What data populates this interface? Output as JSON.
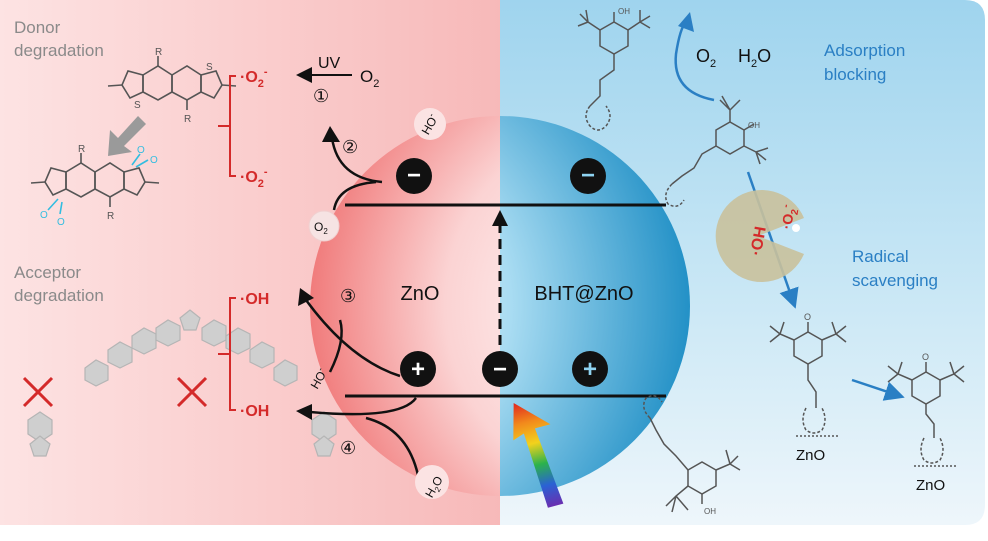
{
  "left_panel": {
    "donor_line1": "Donor",
    "donor_line2": "degradation",
    "acceptor_line1": "Acceptor",
    "acceptor_line2": "degradation"
  },
  "right_panel": {
    "adsorption_line1": "Adsorption",
    "adsorption_line2": "blocking",
    "radical_line1": "Radical",
    "radical_line2": "scavenging",
    "o2": "O",
    "o2_sub": "2",
    "h2o_h": "H",
    "h2o_sub": "2",
    "h2o_o": "O"
  },
  "center": {
    "zno_label": "ZnO",
    "bht_label": "BHT@ZnO"
  },
  "reactions": {
    "uv": "UV",
    "o2": "O",
    "o2_sub": "2",
    "step1": "①",
    "step2": "②",
    "step3": "③",
    "step4": "④",
    "superoxide": "·O",
    "superoxide_sub": "2",
    "superoxide_sup": "-",
    "hydroxyl": "·OH",
    "ho_minus": "HO",
    "minus_sup": "-",
    "h2o_bubble": "H",
    "h2o_bubble_sub": "2",
    "h2o_bubble_o": "O",
    "o2_bubble": "O",
    "o2_bubble_sub": "2"
  },
  "charges": {
    "minus": "−",
    "plus": "+"
  },
  "pacman": {
    "oh": "·OH",
    "o2": "·O",
    "o2_sub": "2",
    "o2_sup": "-"
  },
  "molecules": {
    "donor_r": "R",
    "donor_s": "S",
    "ox_o": "O",
    "oh_label": "OH",
    "o_label": "O",
    "zno_substrate_1": "ZnO",
    "zno_substrate_2": "ZnO"
  },
  "colors": {
    "left_bg": "#f9c9c9",
    "right_bg": "#aedbf0",
    "red_accent": "#d42a2a",
    "blue_accent": "#2a7fc4",
    "sphere_blue": "#1c93c9",
    "sphere_red": "#f27d7d"
  }
}
